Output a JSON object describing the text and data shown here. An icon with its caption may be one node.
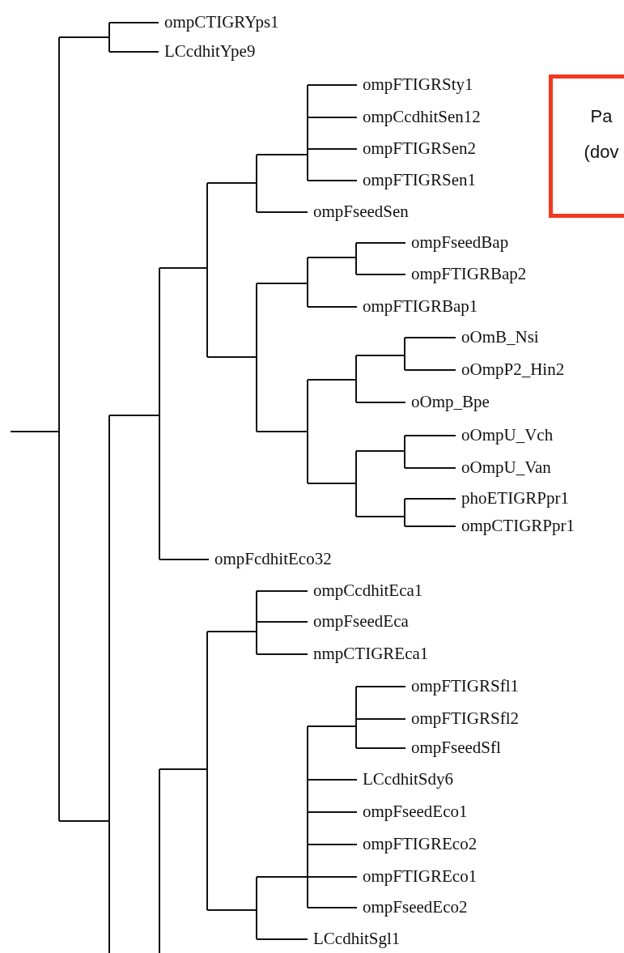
{
  "diagram": {
    "nodes": [
      {
        "text": [
          "Pa (dov"
        ]
      }
    ],
    "labels": [
      "ompCTIGRYps1",
      "LCcdhitYpe9",
      "ompFTIGRSty1",
      "ompCcdhitSen12",
      "ompFTIGRSen2",
      "ompFTIGRSen1",
      "ompFseedSen",
      "ompFseedBap",
      "ompFTIGRBap2",
      "ompFTIGRBap1",
      "oOmB_Nsi",
      "oOmpP2_Hin2",
      "oOmp_Bpe",
      "oOmpU_Vch",
      "oOmpU_Van",
      "phoETIGRPpr1",
      "ompCTIGRPpr1",
      "ompFcdhitEco32",
      "ompCcdhitEca1",
      "ompFseedEca",
      "nmpCTIGREca1",
      "ompFTIGRSfl1",
      "ompFTIGRSfl2",
      "ompFseedSfl",
      "LCcdhitSdy6",
      "ompFseedEco1",
      "ompFTIGREco2",
      "ompFTIGREco1",
      "ompFseedEco2",
      "LCcdhitSgl1"
    ]
  }
}
